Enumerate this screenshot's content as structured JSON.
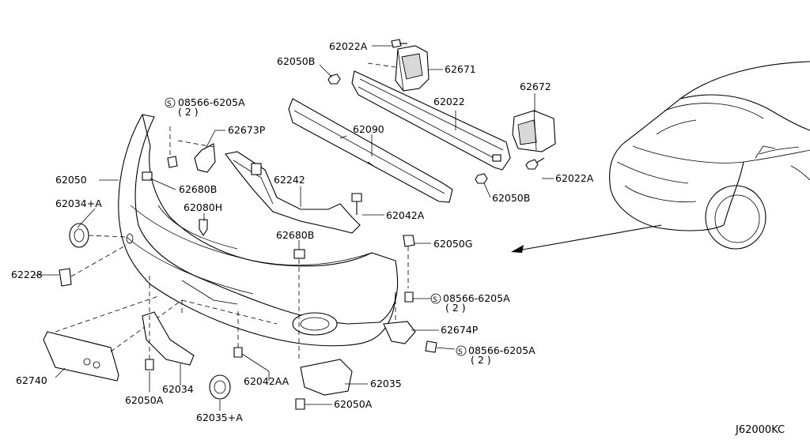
{
  "diagram_code": "J62000KC",
  "labels": {
    "l62022A_top": "62022A",
    "l62050B_top": "62050B",
    "l62671": "62671",
    "l62672": "62672",
    "l62022": "62022",
    "l62090": "62090",
    "l62022A_right": "62022A",
    "l62050B_right": "62050B",
    "l08566_a": "08566-6205A",
    "l08566_a_qty": "( 2 )",
    "l62673P": "62673P",
    "l62050": "62050",
    "l62680B_a": "62680B",
    "l62242": "62242",
    "l62042A": "62042A",
    "l62080H": "62080H",
    "l62034A": "62034+A",
    "l62680B_b": "62680B",
    "l62050G": "62050G",
    "l62228": "62228",
    "l08566_b": "08566-6205A",
    "l08566_b_qty": "( 2 )",
    "l62674P": "62674P",
    "l08566_c": "08566-6205A",
    "l08566_c_qty": "( 2 )",
    "l62740": "62740",
    "l62034": "62034",
    "l62042AA": "62042AA",
    "l62035": "62035",
    "l62050A_left": "62050A",
    "l62035A": "62035+A",
    "l62050A_bottom": "62050A"
  }
}
